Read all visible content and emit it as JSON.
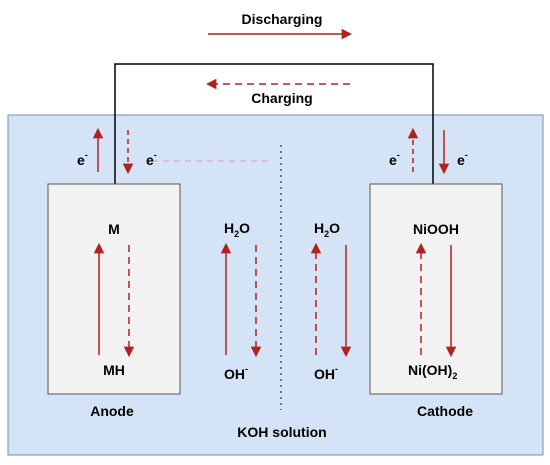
{
  "title_discharging": "Discharging",
  "title_charging": "Charging",
  "electron": {
    "base": "e",
    "sup": "-"
  },
  "anode": {
    "label": "Anode",
    "top": "M",
    "bottom": "MH"
  },
  "cathode": {
    "label": "Cathode",
    "top": "NiOOH",
    "bottom_base": "Ni(OH)",
    "bottom_sub": "2"
  },
  "left_electrolyte": {
    "top_base": "H",
    "top_sub": "2",
    "top_tail": "O",
    "bottom_base": "OH",
    "bottom_sup": "-"
  },
  "right_electrolyte": {
    "top_base": "H",
    "top_sub": "2",
    "top_tail": "O",
    "bottom_base": "OH",
    "bottom_sup": "-"
  },
  "electrolyte_label": "KOH solution",
  "colors": {
    "arrow": "#b32020",
    "tank_fill": "#d5e3f6",
    "tank_border": "#6a8fb8",
    "electrode_fill": "#f2f2f2",
    "wire": "#000000",
    "charging_line": "#e8a3d4"
  },
  "icons": {
    "solid_arrow": "arrow-solid",
    "dashed_arrow": "arrow-dashed"
  }
}
